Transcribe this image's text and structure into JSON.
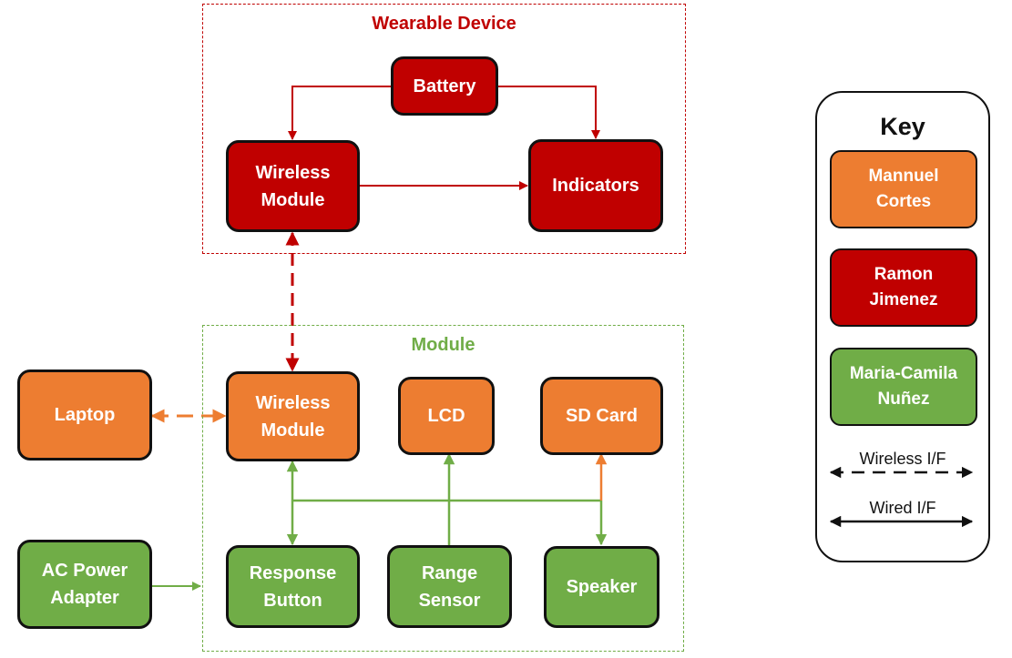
{
  "colors": {
    "orange": "#ED7D31",
    "red": "#C00000",
    "green": "#70AD47",
    "border": "#111111"
  },
  "groups": {
    "wearable": {
      "title": "Wearable Device",
      "color": "#C00000"
    },
    "module": {
      "title": "Module",
      "color": "#70AD47"
    }
  },
  "nodes": {
    "battery": {
      "label": "Battery",
      "owner": "red"
    },
    "wearable_wireless": {
      "label": "Wireless\nModule",
      "owner": "red"
    },
    "indicators": {
      "label": "Indicators",
      "owner": "red"
    },
    "laptop": {
      "label": "Laptop",
      "owner": "orange"
    },
    "module_wireless": {
      "label": "Wireless\nModule",
      "owner": "orange"
    },
    "lcd": {
      "label": "LCD",
      "owner": "orange"
    },
    "sd_card": {
      "label": "SD Card",
      "owner": "orange"
    },
    "ac_power": {
      "label": "AC Power\nAdapter",
      "owner": "green"
    },
    "response_button": {
      "label": "Response\nButton",
      "owner": "green"
    },
    "range_sensor": {
      "label": "Range\nSensor",
      "owner": "green"
    },
    "speaker": {
      "label": "Speaker",
      "owner": "green"
    }
  },
  "connections": [
    {
      "from": "battery",
      "to": "wearable_wireless",
      "type": "wired",
      "color": "red"
    },
    {
      "from": "battery",
      "to": "indicators",
      "type": "wired",
      "color": "red"
    },
    {
      "from": "wearable_wireless",
      "to": "indicators",
      "type": "wired",
      "color": "red"
    },
    {
      "from": "wearable_wireless",
      "to": "module_wireless",
      "type": "wireless",
      "color": "red",
      "bidirectional": true
    },
    {
      "from": "laptop",
      "to": "module_wireless",
      "type": "wireless",
      "color": "orange",
      "bidirectional": true
    },
    {
      "from": "ac_power",
      "to": "module",
      "type": "wired",
      "color": "green"
    },
    {
      "from": "response_button",
      "to": "module_wireless",
      "type": "wired",
      "color": "green",
      "bidirectional": true
    },
    {
      "from": "range_sensor",
      "to": "lcd",
      "type": "wired",
      "color": "green"
    },
    {
      "from": "bus",
      "to": "sd_card",
      "type": "wired",
      "color": "orange"
    },
    {
      "from": "bus",
      "to": "speaker",
      "type": "wired",
      "color": "green"
    }
  ],
  "key": {
    "title": "Key",
    "people": [
      {
        "name": "Mannuel\nCortes",
        "color": "#ED7D31"
      },
      {
        "name": "Ramon\nJimenez",
        "color": "#C00000"
      },
      {
        "name": "Maria-Camila\nNuñez",
        "color": "#70AD47"
      }
    ],
    "lines": [
      {
        "label": "Wireless I/F",
        "style": "dashed"
      },
      {
        "label": "Wired I/F",
        "style": "solid"
      }
    ]
  }
}
